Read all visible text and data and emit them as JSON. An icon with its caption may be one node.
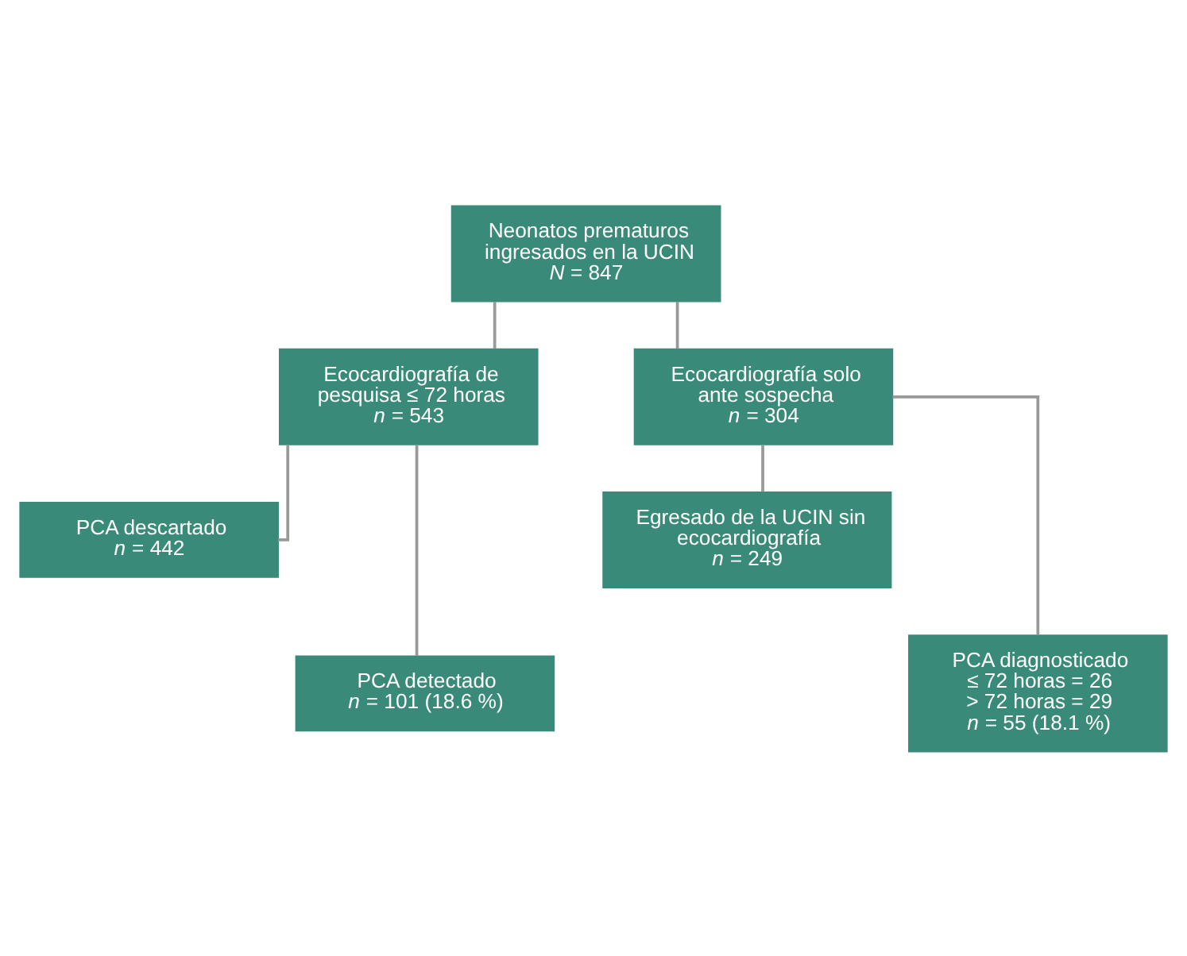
{
  "diagram": {
    "nodes": [
      {
        "text": [
          "Neonatos prematuros ingresados en la UCIN",
          "*N* = 847"
        ]
      },
      {
        "text": [
          "Ecocardiografía de pesquisa ≤ 72 horas",
          "*n* = 543"
        ]
      },
      {
        "text": [
          "Ecocardiografía solo ante sospecha",
          "*n* = 304"
        ]
      },
      {
        "text": [
          "PCA descartado",
          "*n* = 442"
        ]
      },
      {
        "text": [
          "PCA detectado",
          "*n* = 101 (18.6 %)"
        ]
      },
      {
        "text": [
          "Egresado de la UCIN sin ecocardiografía",
          "*n* = 249"
        ]
      },
      {
        "text": [
          "PCA diagnosticado",
          "≤ 72 horas = 26",
          "> 72 horas = 29",
          "*n* = 55 (18.1 %)"
        ]
      }
    ],
    "edges": [
      {
        "from": 0,
        "to": 1,
        "arrow": "none"
      },
      {
        "from": 0,
        "to": 2,
        "arrow": "none"
      },
      {
        "from": 1,
        "to": 3,
        "arrow": "none"
      },
      {
        "from": 1,
        "to": 4,
        "arrow": "none"
      },
      {
        "from": 2,
        "to": 5,
        "arrow": "none"
      },
      {
        "from": 2,
        "to": 6,
        "arrow": "none"
      }
    ]
  }
}
